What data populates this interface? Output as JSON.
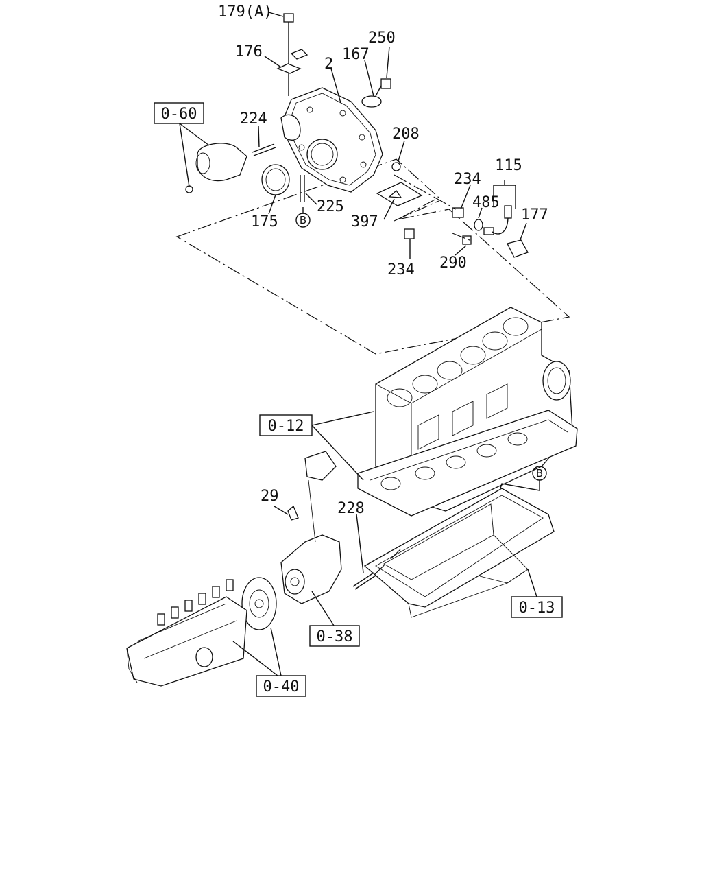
{
  "part_labels": {
    "p179a": "179(A)",
    "p176": "176",
    "p2": "2",
    "p167": "167",
    "p250": "250",
    "p224": "224",
    "p208": "208",
    "p115": "115",
    "p234a": "234",
    "p485": "485",
    "p177": "177",
    "p175": "175",
    "p225": "225",
    "p397": "397",
    "p234b": "234",
    "p290": "290",
    "p29": "29",
    "p228": "228"
  },
  "ref_boxes": {
    "r060": "0-60",
    "r012": "0-12",
    "r013": "0-13",
    "r038": "0-38",
    "r040": "0-40"
  },
  "markers": {
    "b1": "B",
    "b2": "B"
  }
}
